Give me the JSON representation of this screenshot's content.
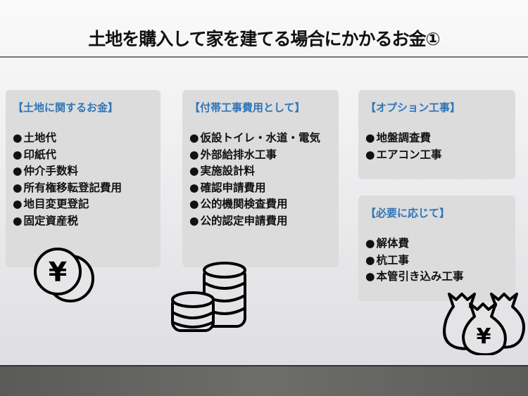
{
  "title": "土地を購入して家を建てる場合にかかるお金①",
  "boxes": [
    {
      "heading": "【土地に関するお金】",
      "items": [
        "土地代",
        "印紙代",
        "仲介手数料",
        "所有権移転登記費用",
        "地目変更登記",
        "固定資産税"
      ]
    },
    {
      "heading": "【付帯工事費用として】",
      "items": [
        "仮設トイレ・水道・電気",
        "外部給排水工事",
        "実施設計料",
        "確認申請費用",
        "公的機関検査費用",
        "公的認定申請費用"
      ]
    },
    {
      "heading": "【オプション工事】",
      "items": [
        "地盤調査費",
        "エアコン工事"
      ]
    },
    {
      "heading": "【必要に応じて】",
      "items": [
        "解体費",
        "杭工事",
        "本管引き込み工事"
      ]
    }
  ],
  "icons": {
    "yen_symbol": "¥"
  },
  "colors": {
    "heading": "#2e75b6"
  }
}
